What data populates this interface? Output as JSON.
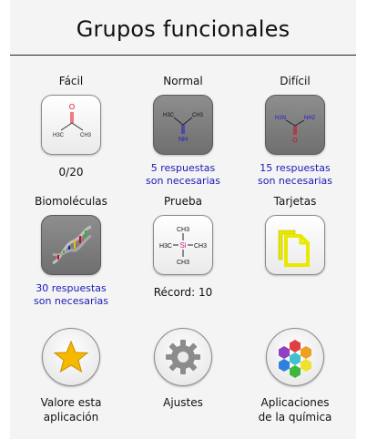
{
  "app": {
    "title": "Grupos funcionales"
  },
  "levels": [
    {
      "label": "Fácil",
      "status": "0/20"
    },
    {
      "label": "Normal",
      "status_line1": "5 respuestas",
      "status_line2": "son necesarias"
    },
    {
      "label": "Difícil",
      "status_line1": "15 respuestas",
      "status_line2": "son necesarias"
    }
  ],
  "modes": [
    {
      "label": "Biomoléculas",
      "status_line1": "30 respuestas",
      "status_line2": "son necesarias"
    },
    {
      "label": "Prueba",
      "status": "Récord: 10"
    },
    {
      "label": "Tarjetas"
    }
  ],
  "bottom": [
    {
      "label_line1": "Valore esta",
      "label_line2": "aplicación",
      "icon": "star-icon"
    },
    {
      "label_line1": "Ajustes",
      "icon": "gear-icon"
    },
    {
      "label_line1": "Aplicaciones",
      "label_line2": "de la química",
      "icon": "hexagons-icon"
    }
  ],
  "formulas": {
    "acetone": {
      "o": "O",
      "left": "H3C",
      "right": "CH3"
    },
    "imine": {
      "left": "H3C",
      "right": "CH3",
      "nh": "NH"
    },
    "urea": {
      "left": "H2N",
      "right": "NH2",
      "o": "O"
    },
    "tms": {
      "top": "CH3",
      "left": "H3C",
      "si": "Si",
      "right": "CH3",
      "bottom": "CH3"
    }
  },
  "colors": {
    "locked_note": "#1a1ab8",
    "oxygen": "#e0001a",
    "nitrogen": "#1a1ad0",
    "silicon": "#d0208a",
    "cards": "#e8e800",
    "star": "#f6b800"
  }
}
